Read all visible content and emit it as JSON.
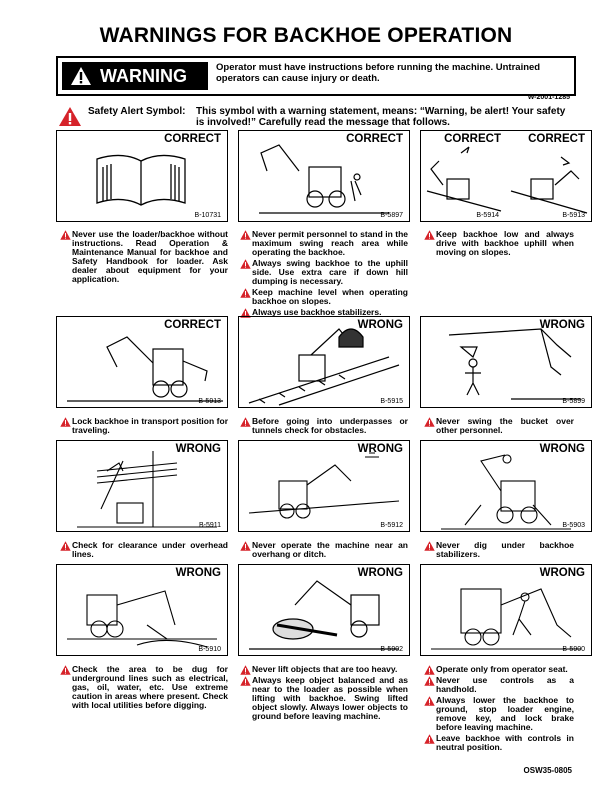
{
  "title": "WARNINGS FOR BACKHOE OPERATION",
  "warning": {
    "label": "WARNING",
    "text": "Operator must have instructions before running the machine. Untrained operators can cause injury or death.",
    "code": "W-2001-1285"
  },
  "safety_alert": {
    "label": "Safety Alert Symbol:",
    "text": "This symbol with a warning statement, means: “Warning, be alert! Your safety is involved!” Carefully read the message that follows."
  },
  "panels": [
    {
      "heading": "CORRECT",
      "code": "B-10731",
      "icon": "manual-book-icon",
      "captions": [
        "Never use the loader/backhoe without instructions. Read Operation & Maintenance Manual for backhoe and Safety Handbook for loader. Ask dealer about equipment for your application."
      ]
    },
    {
      "heading": "CORRECT",
      "code": "B-5897",
      "icon": "backhoe-personnel-icon",
      "captions": [
        "Never permit personnel to stand in the maximum swing reach area while operating the backhoe.",
        "Always swing backhoe to the uphill side. Use extra care if down hill dumping is necessary.",
        "Keep machine level when operating backhoe on slopes.",
        "Always use backhoe stabilizers."
      ]
    },
    {
      "heading": "CORRECT",
      "heading2": "CORRECT",
      "code": "B-5914",
      "code2": "B-5913",
      "icon": "backhoe-slope-icon",
      "captions": [
        "Keep backhoe low and always drive with backhoe uphill when moving on slopes."
      ]
    },
    {
      "heading": "CORRECT",
      "code": "B-5913",
      "icon": "backhoe-transport-icon",
      "captions": [
        "Lock backhoe in transport position for traveling."
      ]
    },
    {
      "heading": "WRONG",
      "code": "B-5915",
      "icon": "tunnel-icon",
      "captions": [
        "Before going into underpasses or tunnels check for obstacles."
      ]
    },
    {
      "heading": "WRONG",
      "code": "B-5899",
      "icon": "bucket-over-person-icon",
      "captions": [
        "Never swing the bucket over other personnel."
      ]
    },
    {
      "heading": "WRONG",
      "code": "B-5911",
      "icon": "overhead-lines-icon",
      "captions": [
        "Check for clearance under overhead lines."
      ]
    },
    {
      "heading": "WRONG",
      "code": "B-5912",
      "icon": "overhang-ditch-icon",
      "captions": [
        "Never operate the machine near an overhang or ditch."
      ]
    },
    {
      "heading": "WRONG",
      "code": "B-5903",
      "icon": "no-stabilizers-icon",
      "captions": [
        "Never dig under backhoe stabilizers."
      ]
    },
    {
      "heading": "WRONG",
      "code": "B-5910",
      "icon": "underground-lines-icon",
      "captions": [
        "Check the area to be dug for underground lines such as electrical, gas, oil, water, etc. Use extreme caution in areas where present. Check with local utilities before digging."
      ]
    },
    {
      "heading": "WRONG",
      "code": "B-5902",
      "icon": "lifting-log-icon",
      "captions": [
        "Never lift objects that are too heavy.",
        "Always keep object balanced and as near to the loader as possible when lifting with backhoe. Swing lifted object slowly. Always lower objects to ground before leaving machine."
      ]
    },
    {
      "heading": "WRONG",
      "code": "B-5900",
      "icon": "handhold-icon",
      "captions": [
        "Operate only from operator seat.",
        "Never use controls as a handhold.",
        "Always lower the backhoe to ground, stop loader engine, remove key, and lock brake before leaving machine.",
        "Leave backhoe with controls in neutral position."
      ]
    }
  ],
  "footer_code": "OSW35-0805",
  "colors": {
    "alert_red": "#d6232a"
  }
}
